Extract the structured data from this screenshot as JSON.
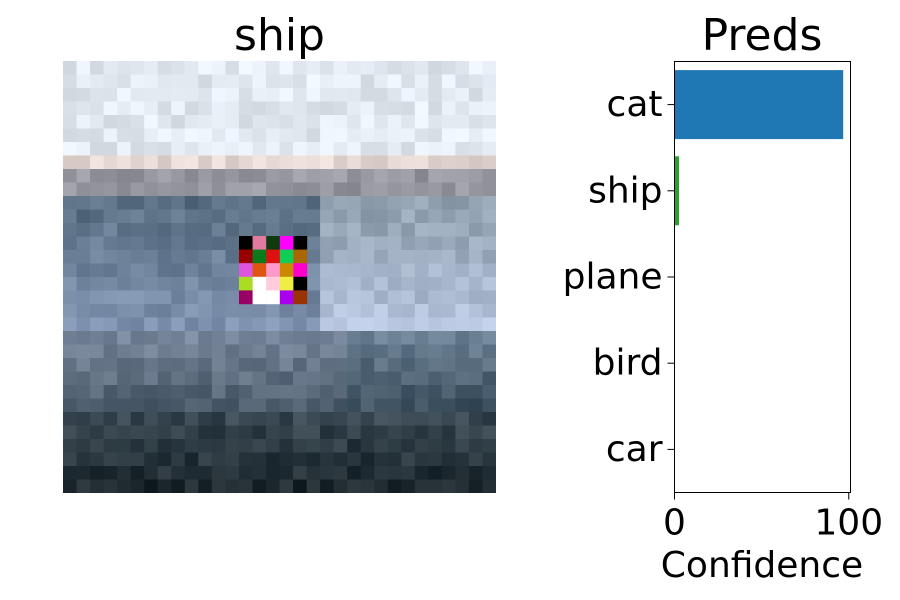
{
  "image_panel": {
    "title": "ship",
    "description": "pixelated CIFAR-style photo of a ship with a colorful adversarial patch"
  },
  "chart_data": {
    "type": "bar",
    "orientation": "horizontal",
    "title": "Preds",
    "xlabel": "Confidence",
    "ylabel": "",
    "categories": [
      "cat",
      "ship",
      "plane",
      "bird",
      "car"
    ],
    "values": [
      96.8,
      2.6,
      0.2,
      0.1,
      0.1
    ],
    "xlim": [
      0,
      101
    ],
    "xticks": [
      0,
      100
    ],
    "bar_colors": [
      "#1f77b4",
      "#2ca02c",
      "#1f77b4",
      "#1f77b4",
      "#1f77b4"
    ],
    "grid": false,
    "legend": "none"
  }
}
